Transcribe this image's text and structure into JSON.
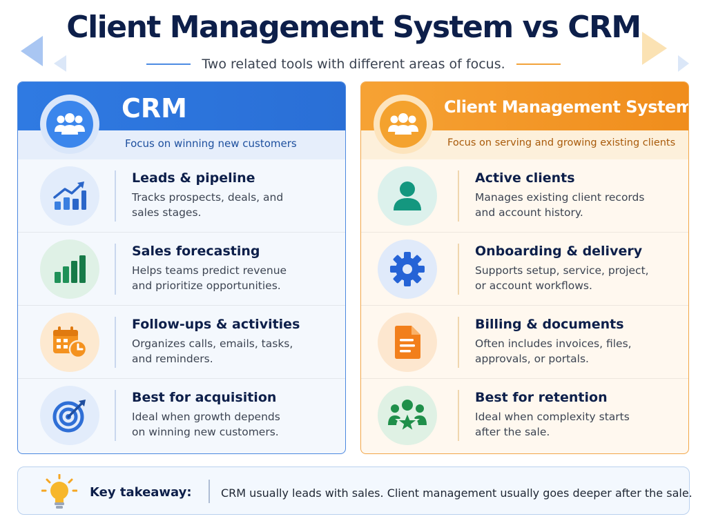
{
  "title": "Client Management System vs CRM",
  "subtitle": "Two related tools with different areas of focus.",
  "colors": {
    "crm_accent": "#2f7ae2",
    "cms_accent": "#f39424",
    "navy": "#0d1f4a"
  },
  "crm": {
    "title": "CRM",
    "focus": "Focus on winning new customers",
    "icon": "users-group-icon",
    "rows": [
      {
        "title": "Leads & pipeline",
        "desc": [
          "Tracks prospects, deals, and",
          "sales stages."
        ],
        "icon": "trend-chart-icon"
      },
      {
        "title": "Sales forecasting",
        "desc": [
          "Helps teams predict revenue",
          "and prioritize opportunities."
        ],
        "icon": "bar-chart-icon"
      },
      {
        "title": "Follow-ups & activities",
        "desc": [
          "Organizes calls, emails, tasks,",
          "and reminders."
        ],
        "icon": "calendar-clock-icon"
      },
      {
        "title": "Best for acquisition",
        "desc": [
          "Ideal when growth depends",
          "on winning new customers."
        ],
        "icon": "target-icon"
      }
    ]
  },
  "cms": {
    "title": "Client Management System",
    "focus": "Focus on serving and growing existing clients",
    "icon": "users-group-icon",
    "rows": [
      {
        "title": "Active clients",
        "desc": [
          "Manages existing client records",
          "and account history."
        ],
        "icon": "person-icon"
      },
      {
        "title": "Onboarding & delivery",
        "desc": [
          "Supports setup, service, project,",
          "or account workflows."
        ],
        "icon": "gear-icon"
      },
      {
        "title": "Billing & documents",
        "desc": [
          "Often includes invoices, files,",
          "approvals, or portals."
        ],
        "icon": "document-icon"
      },
      {
        "title": "Best for retention",
        "desc": [
          "Ideal when complexity starts",
          "after the sale."
        ],
        "icon": "team-star-icon"
      }
    ]
  },
  "takeaway": {
    "label": "Key takeaway:",
    "text": "CRM usually leads with sales. Client management usually goes deeper after the sale.",
    "icon": "lightbulb-icon"
  }
}
